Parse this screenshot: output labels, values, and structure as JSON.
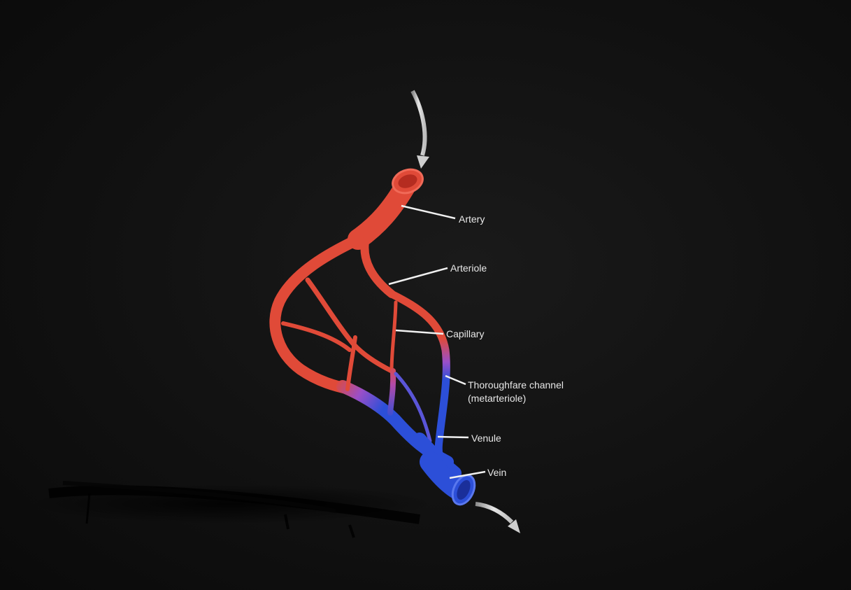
{
  "labels": {
    "artery": "Artery",
    "arteriole": "Arteriole",
    "capillary": "Capillary",
    "thoroughfare_line1": "Thoroughfare channel",
    "thoroughfare_line2": "(metarteriole)",
    "venule": "Venule",
    "vein": "Vein"
  },
  "colors": {
    "background": "#111111",
    "artery_red": "#e04a38",
    "vein_blue": "#2c4fd8",
    "transition_purple": "#9a4fc8",
    "leader_line": "#f0f0f0",
    "flow_arrow": "#d8d8d8"
  }
}
